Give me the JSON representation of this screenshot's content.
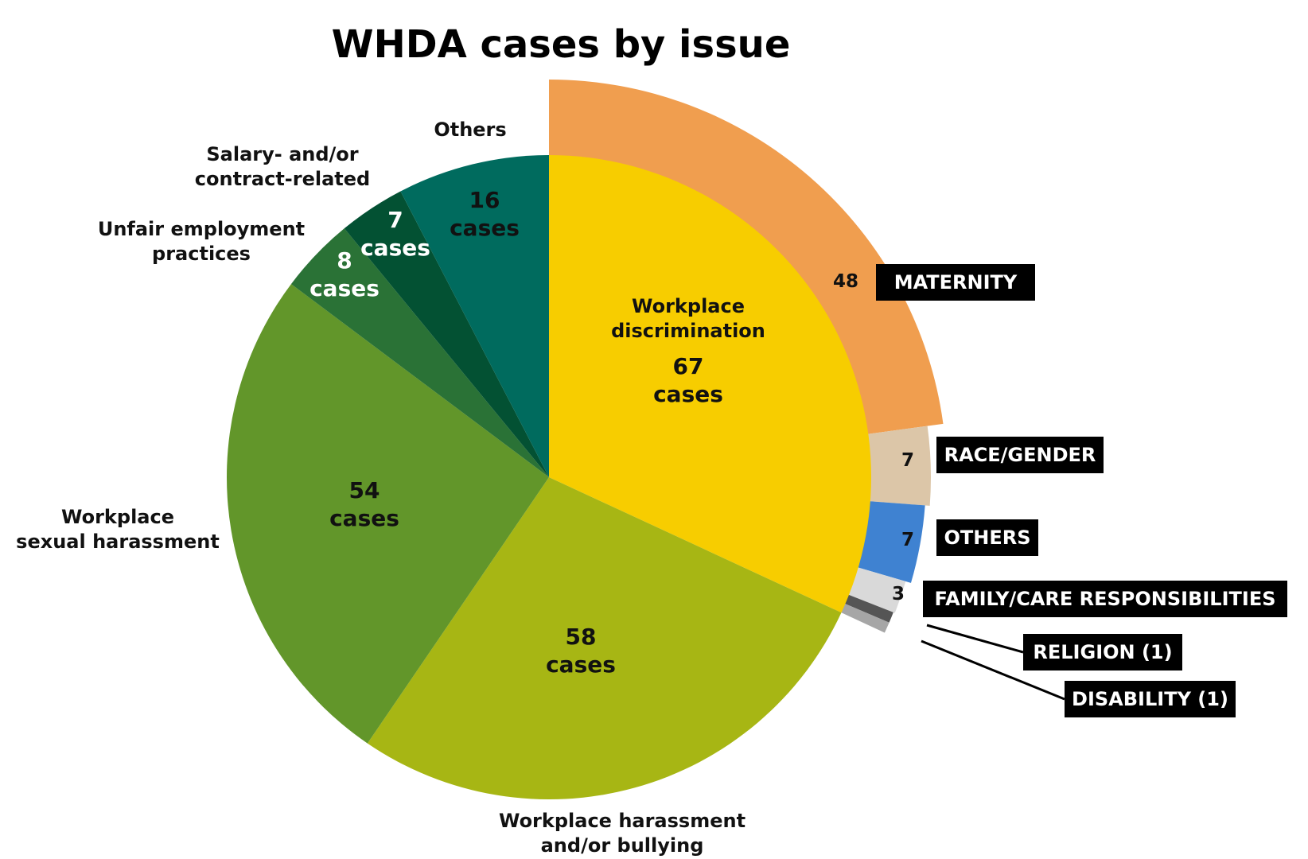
{
  "chart_data": {
    "type": "pie",
    "title": "WHDA cases by issue",
    "unit_word": "cases",
    "slices": [
      {
        "name": "Workplace discrimination",
        "value": 67,
        "color": "#F7CD00"
      },
      {
        "name": "Workplace harassment and/or bullying",
        "value": 58,
        "color": "#A7B614"
      },
      {
        "name": "Workplace sexual harassment",
        "value": 54,
        "color": "#62962A"
      },
      {
        "name": "Unfair employment practices",
        "value": 8,
        "color": "#2A7236"
      },
      {
        "name": "Salary- and/or contract-related",
        "value": 7,
        "color": "#035133"
      },
      {
        "name": "Others",
        "value": 16,
        "color": "#006B5E"
      }
    ],
    "breakdown": {
      "parent": "Workplace discrimination",
      "items": [
        {
          "name": "MATERNITY",
          "value": 48,
          "value_label": "48",
          "tag": "MATERNITY",
          "color": "#F09E4F"
        },
        {
          "name": "RACE/GENDER",
          "value": 7,
          "value_label": "7",
          "tag": "RACE/GENDER",
          "color": "#DCC6A8"
        },
        {
          "name": "OTHERS",
          "value": 7,
          "value_label": "7",
          "tag": "OTHERS",
          "color": "#3F82D1"
        },
        {
          "name": "FAMILY/CARE RESPONSIBILITIES",
          "value": 3,
          "value_label": "3",
          "tag": "FAMILY/CARE RESPONSIBILITIES",
          "color": "#D9D9D9"
        },
        {
          "name": "RELIGION",
          "value": 1,
          "value_label": "",
          "tag": "RELIGION (1)",
          "color": "#555555"
        },
        {
          "name": "DISABILITY",
          "value": 1,
          "value_label": "",
          "tag": "DISABILITY (1)",
          "color": "#A6A6A6"
        }
      ]
    }
  }
}
